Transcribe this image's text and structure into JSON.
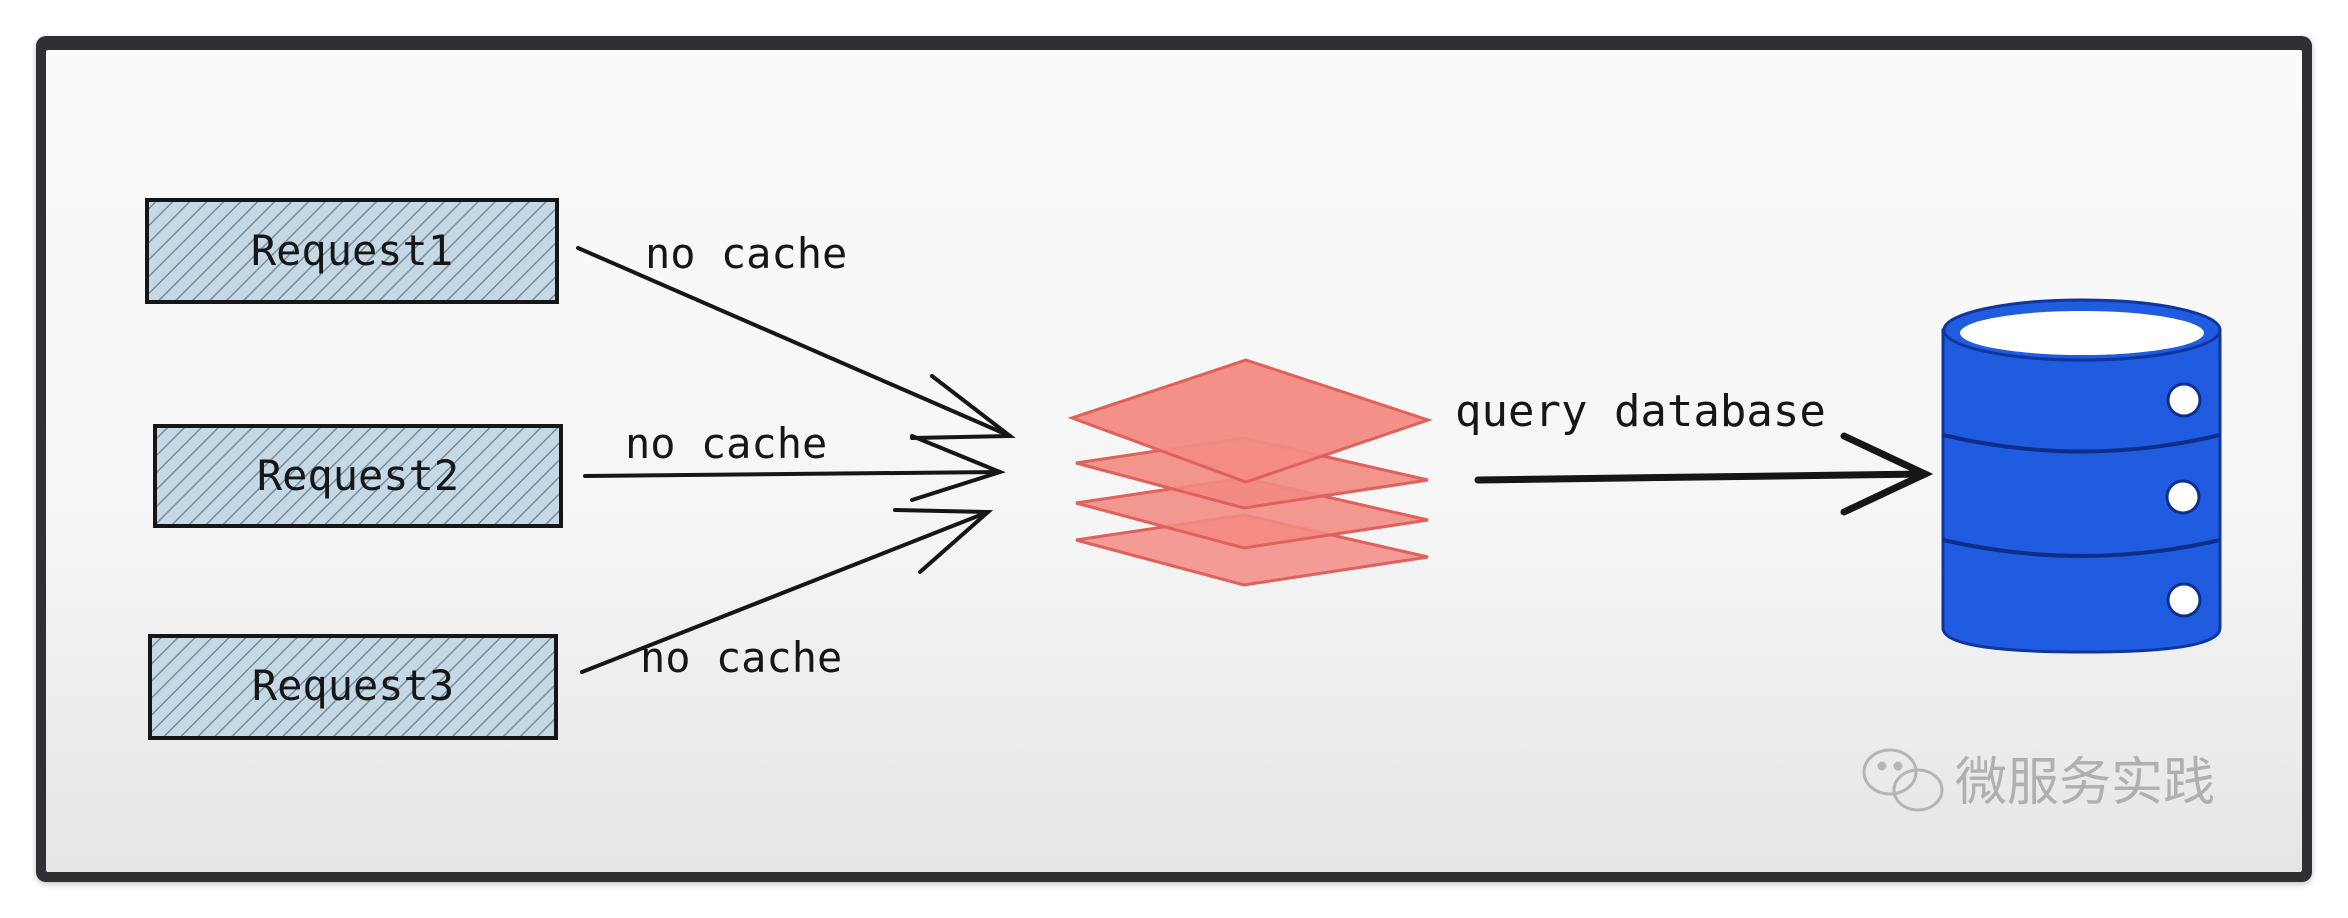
{
  "diagram": {
    "requests": [
      {
        "label": "Request1",
        "edge_label": "no cache"
      },
      {
        "label": "Request2",
        "edge_label": "no cache"
      },
      {
        "label": "Request3",
        "edge_label": "no cache"
      }
    ],
    "query_label": "query database",
    "watermark": "微服务实践",
    "colors": {
      "request_fill": "#c6d8e4",
      "request_hatch": "#6f8fa6",
      "stack_fill": "#f28b82",
      "stack_stroke": "#e0605c",
      "database_fill": "#1f5ce0",
      "database_top": "#ffffff",
      "ink": "#161616"
    },
    "icons": [
      "layers-icon",
      "database-icon",
      "wechat-icon"
    ]
  }
}
